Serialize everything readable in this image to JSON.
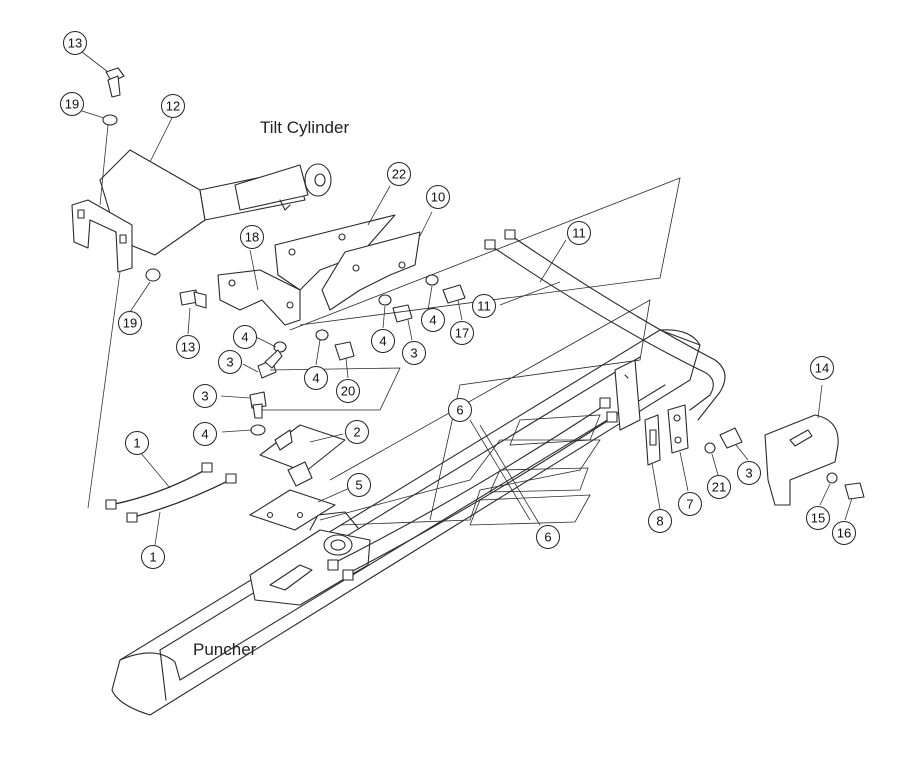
{
  "labels": {
    "tilt_cylinder": "Tilt Cylinder",
    "puncher": "Puncher"
  },
  "callouts": [
    {
      "id": "13a",
      "text": "13"
    },
    {
      "id": "19a",
      "text": "19"
    },
    {
      "id": "12",
      "text": "12"
    },
    {
      "id": "19b",
      "text": "19"
    },
    {
      "id": "13b",
      "text": "13"
    },
    {
      "id": "18",
      "text": "18"
    },
    {
      "id": "22",
      "text": "22"
    },
    {
      "id": "10",
      "text": "10"
    },
    {
      "id": "11a",
      "text": "11"
    },
    {
      "id": "11b",
      "text": "11"
    },
    {
      "id": "4a",
      "text": "4"
    },
    {
      "id": "4b",
      "text": "4"
    },
    {
      "id": "4c",
      "text": "4"
    },
    {
      "id": "4d",
      "text": "4"
    },
    {
      "id": "4e",
      "text": "4"
    },
    {
      "id": "3a",
      "text": "3"
    },
    {
      "id": "3b",
      "text": "3"
    },
    {
      "id": "3c",
      "text": "3"
    },
    {
      "id": "3d",
      "text": "3"
    },
    {
      "id": "17",
      "text": "17"
    },
    {
      "id": "20",
      "text": "20"
    },
    {
      "id": "2",
      "text": "2"
    },
    {
      "id": "5",
      "text": "5"
    },
    {
      "id": "6a",
      "text": "6"
    },
    {
      "id": "6b",
      "text": "6"
    },
    {
      "id": "1a",
      "text": "1"
    },
    {
      "id": "1b",
      "text": "1"
    },
    {
      "id": "14",
      "text": "14"
    },
    {
      "id": "8",
      "text": "8"
    },
    {
      "id": "7",
      "text": "7"
    },
    {
      "id": "21",
      "text": "21"
    },
    {
      "id": "15",
      "text": "15"
    },
    {
      "id": "16",
      "text": "16"
    }
  ]
}
